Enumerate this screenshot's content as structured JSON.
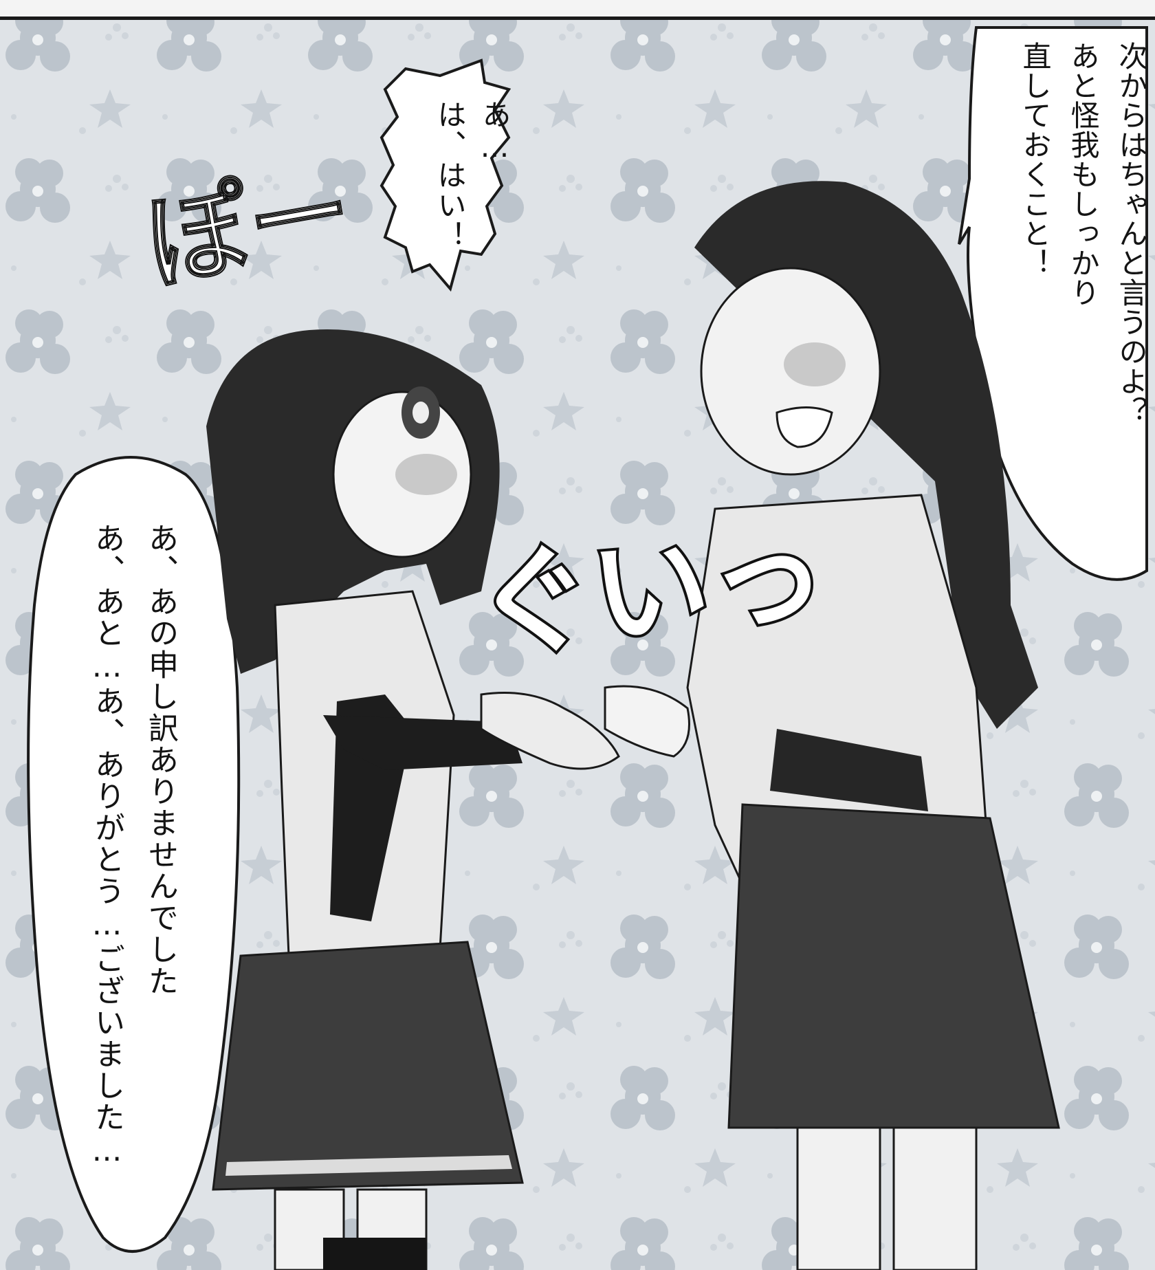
{
  "page": {
    "background_color": "#d8dde2",
    "accent_color": "#141414"
  },
  "bubbles": {
    "right_line1": "次からはちゃんと言うのよ？",
    "right_line2": "あと怪我もしっかり",
    "right_line3": "直しておくこと！",
    "top_line1": "あ…",
    "top_line2": "は、はい！",
    "left_line1": "あ、あの申し訳ありませんでした",
    "left_line2": "あ、あと…あ、ありがとう…ございました…"
  },
  "sfx": {
    "po": "ぽー",
    "gyu": "ぐいっ"
  }
}
